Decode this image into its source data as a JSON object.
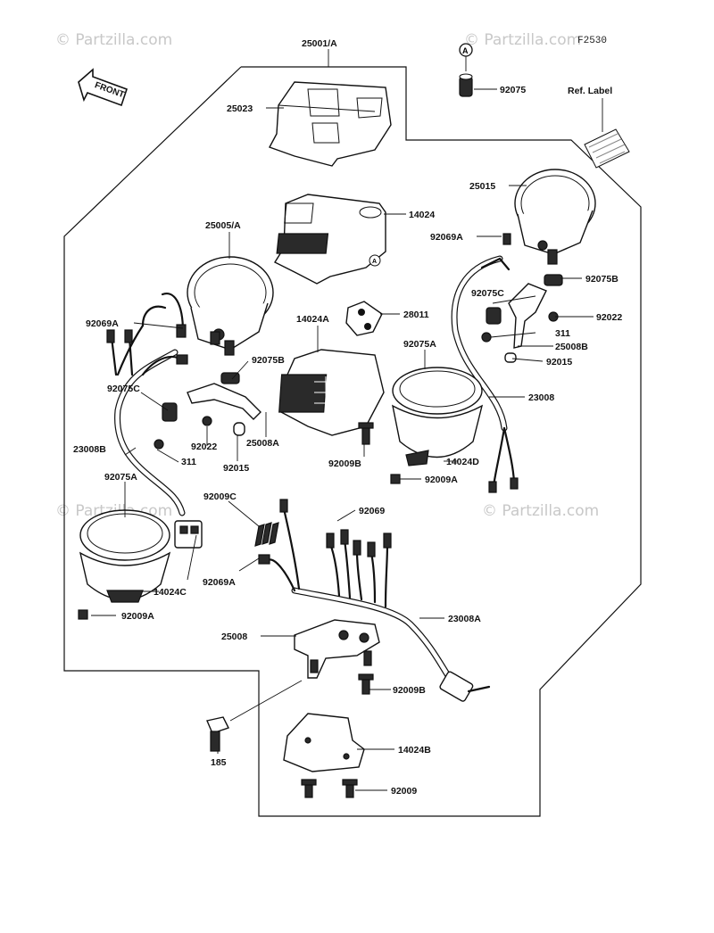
{
  "figure_code": "F2530",
  "watermarks": [
    "© Partzilla.com",
    "© Partzilla.com",
    "© Partzilla.com",
    "© Partzilla.com"
  ],
  "front_arrow": "FRONT",
  "ref_label": "Ref. Label",
  "callout_a": "A",
  "labels": {
    "p25001A": "25001/A",
    "p25023": "25023",
    "p92075": "92075",
    "p14024": "14024",
    "p25005A": "25005/A",
    "p25015": "25015",
    "p92069A_r": "92069A",
    "p92075B_r": "92075B",
    "p92075C_r": "92075C",
    "p92022_r": "92022",
    "p311_r": "311",
    "p25008B": "25008B",
    "p92015_r": "92015",
    "p23008": "23008",
    "p28011": "28011",
    "p14024A": "14024A",
    "p92075A_r": "92075A",
    "p14024D": "14024D",
    "p92009A_r": "92009A",
    "p92009B_m": "92009B",
    "p92069A_l": "92069A",
    "p92075B_l": "92075B",
    "p92075C_l": "92075C",
    "p92022_l": "92022",
    "p25008A": "25008A",
    "p23008B": "23008B",
    "p311_l": "311",
    "p92015_l": "92015",
    "p92075A_l": "92075A",
    "p92009C": "92009C",
    "p92069": "92069",
    "p92069A_m": "92069A",
    "p14024C": "14024C",
    "p92009A_l": "92009A",
    "p25008": "25008",
    "p23008A": "23008A",
    "p92009B_b": "92009B",
    "p185": "185",
    "p14024B": "14024B",
    "p92009": "92009"
  }
}
